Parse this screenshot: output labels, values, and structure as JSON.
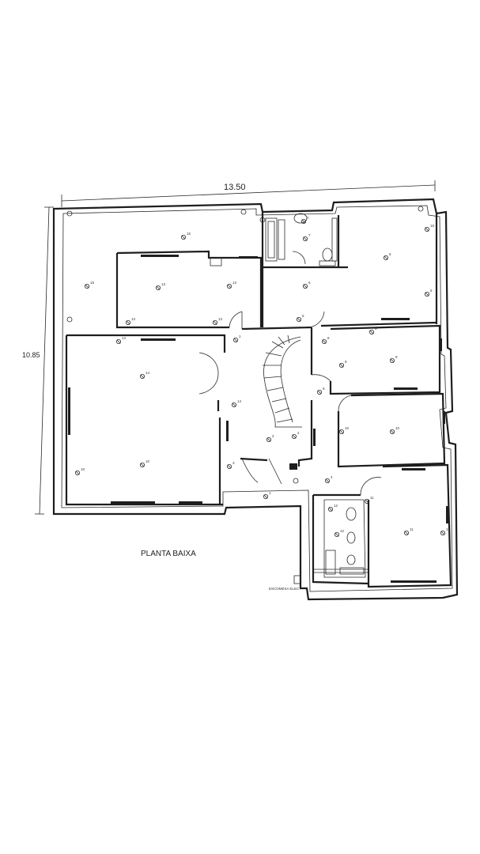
{
  "plan": {
    "title": "PLANTA BAIXA",
    "dim_width": "13.50",
    "dim_height": "10.85",
    "legend_note": "ESCOMESA ELEC"
  },
  "points": [
    {
      "label": "15"
    },
    {
      "label": "15"
    },
    {
      "label": "13"
    },
    {
      "label": "13"
    },
    {
      "label": "13"
    },
    {
      "label": "13"
    },
    {
      "label": "14"
    },
    {
      "label": "14"
    },
    {
      "label": "10"
    },
    {
      "label": "10"
    },
    {
      "label": "7"
    },
    {
      "label": "7"
    },
    {
      "label": "6"
    },
    {
      "label": "5"
    },
    {
      "label": "5"
    },
    {
      "label": "9"
    },
    {
      "label": "9"
    },
    {
      "label": "9"
    },
    {
      "label": "10"
    },
    {
      "label": "10"
    },
    {
      "label": "11"
    },
    {
      "label": "11"
    },
    {
      "label": "11"
    },
    {
      "label": "12"
    },
    {
      "label": "12"
    },
    {
      "label": "3"
    },
    {
      "label": "2"
    },
    {
      "label": "1"
    },
    {
      "label": "4"
    },
    {
      "label": "8"
    },
    {
      "label": "6"
    },
    {
      "label": "15"
    },
    {
      "label": "14"
    },
    {
      "label": "9"
    },
    {
      "label": "2"
    },
    {
      "label": "1"
    }
  ]
}
